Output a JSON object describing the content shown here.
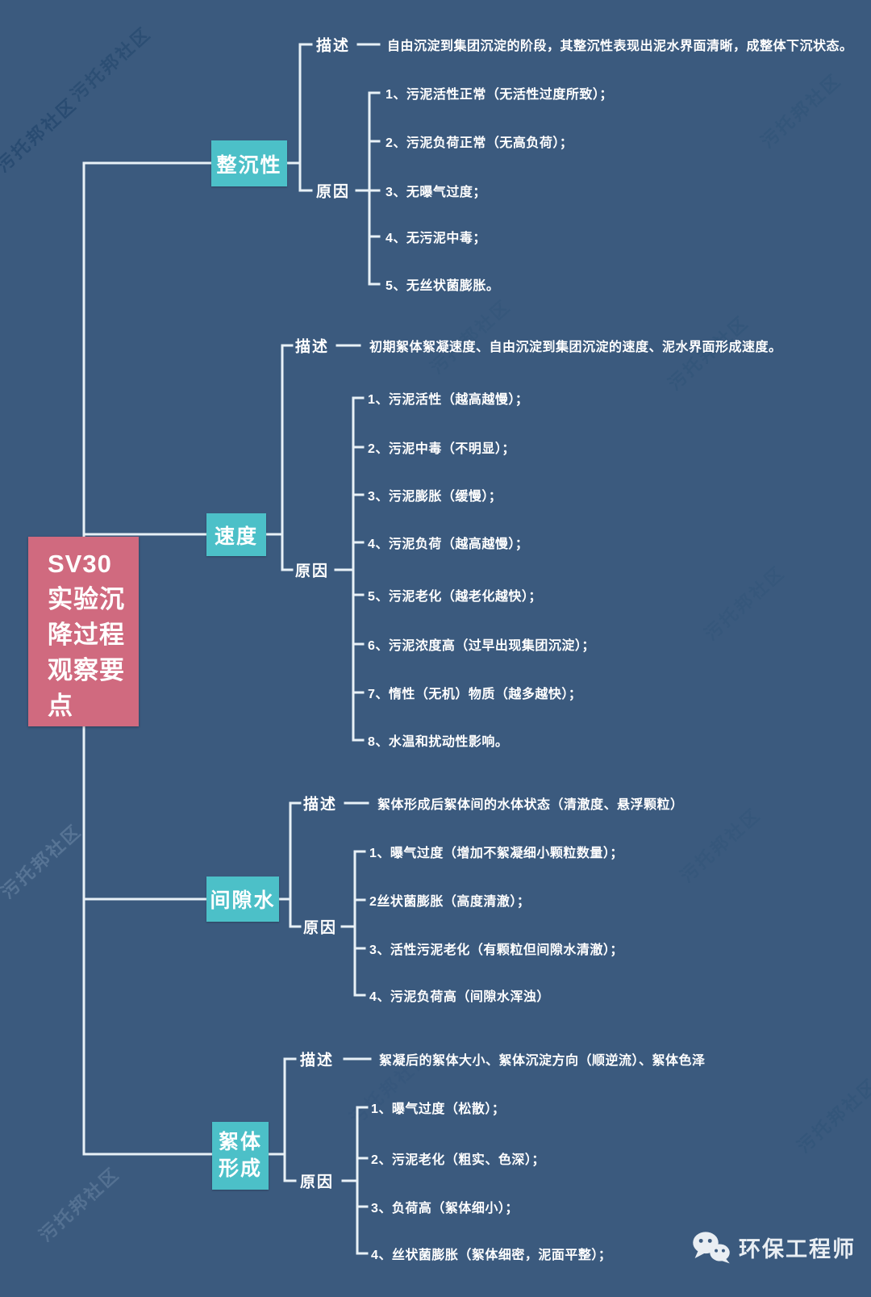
{
  "root": {
    "title": "SV30实验沉降过程观察要点",
    "title_lines": [
      "SV30",
      "实验沉",
      "降过程",
      "观察要",
      "点"
    ]
  },
  "labels": {
    "description": "描述",
    "reason": "原因"
  },
  "branches": [
    {
      "name": "整沉性",
      "description": "自由沉淀到集团沉淀的阶段，其整沉性表现出泥水界面清晰，成整体下沉状态。",
      "reasons": [
        "1、污泥活性正常（无活性过度所致）；",
        "2、污泥负荷正常（无高负荷）；",
        "3、无曝气过度；",
        "4、无污泥中毒；",
        "5、无丝状菌膨胀。"
      ]
    },
    {
      "name": "速度",
      "description": "初期絮体絮凝速度、自由沉淀到集团沉淀的速度、泥水界面形成速度。",
      "reasons": [
        "1、污泥活性（越高越慢）；",
        "2、污泥中毒（不明显）；",
        "3、污泥膨胀（缓慢）；",
        "4、污泥负荷（越高越慢）；",
        "5、污泥老化（越老化越快）；",
        "6、污泥浓度高（过早出现集团沉淀）；",
        "7、惰性（无机）物质（越多越快）；",
        "8、水温和扰动性影响。"
      ]
    },
    {
      "name": "间隙水",
      "description": "絮体形成后絮体间的水体状态（清澈度、悬浮颗粒）",
      "reasons": [
        "1、曝气过度（增加不絮凝细小颗粒数量）；",
        "2丝状菌膨胀（高度清澈）；",
        "3、活性污泥老化（有颗粒但间隙水清澈）；",
        "4、污泥负荷高（间隙水浑浊）"
      ]
    },
    {
      "name": "絮体形成",
      "name_lines": [
        "絮体",
        "形成"
      ],
      "description": "絮凝后的絮体大小、絮体沉淀方向（顺逆流）、絮体色泽",
      "reasons": [
        "1、曝气过度（松散）；",
        "2、污泥老化（粗实、色深）；",
        "3、负荷高（絮体细小）；",
        "4、丝状菌膨胀（絮体细密，泥面平整）；"
      ]
    }
  ],
  "watermark": {
    "text": "污托邦社区"
  },
  "footer": {
    "brand": "环保工程师"
  },
  "colors": {
    "bg": "#3b5a7e",
    "node": "#4cc0c8",
    "root": "#d06a7f",
    "line": "#e8f1f7",
    "ink": "#ffffff"
  }
}
